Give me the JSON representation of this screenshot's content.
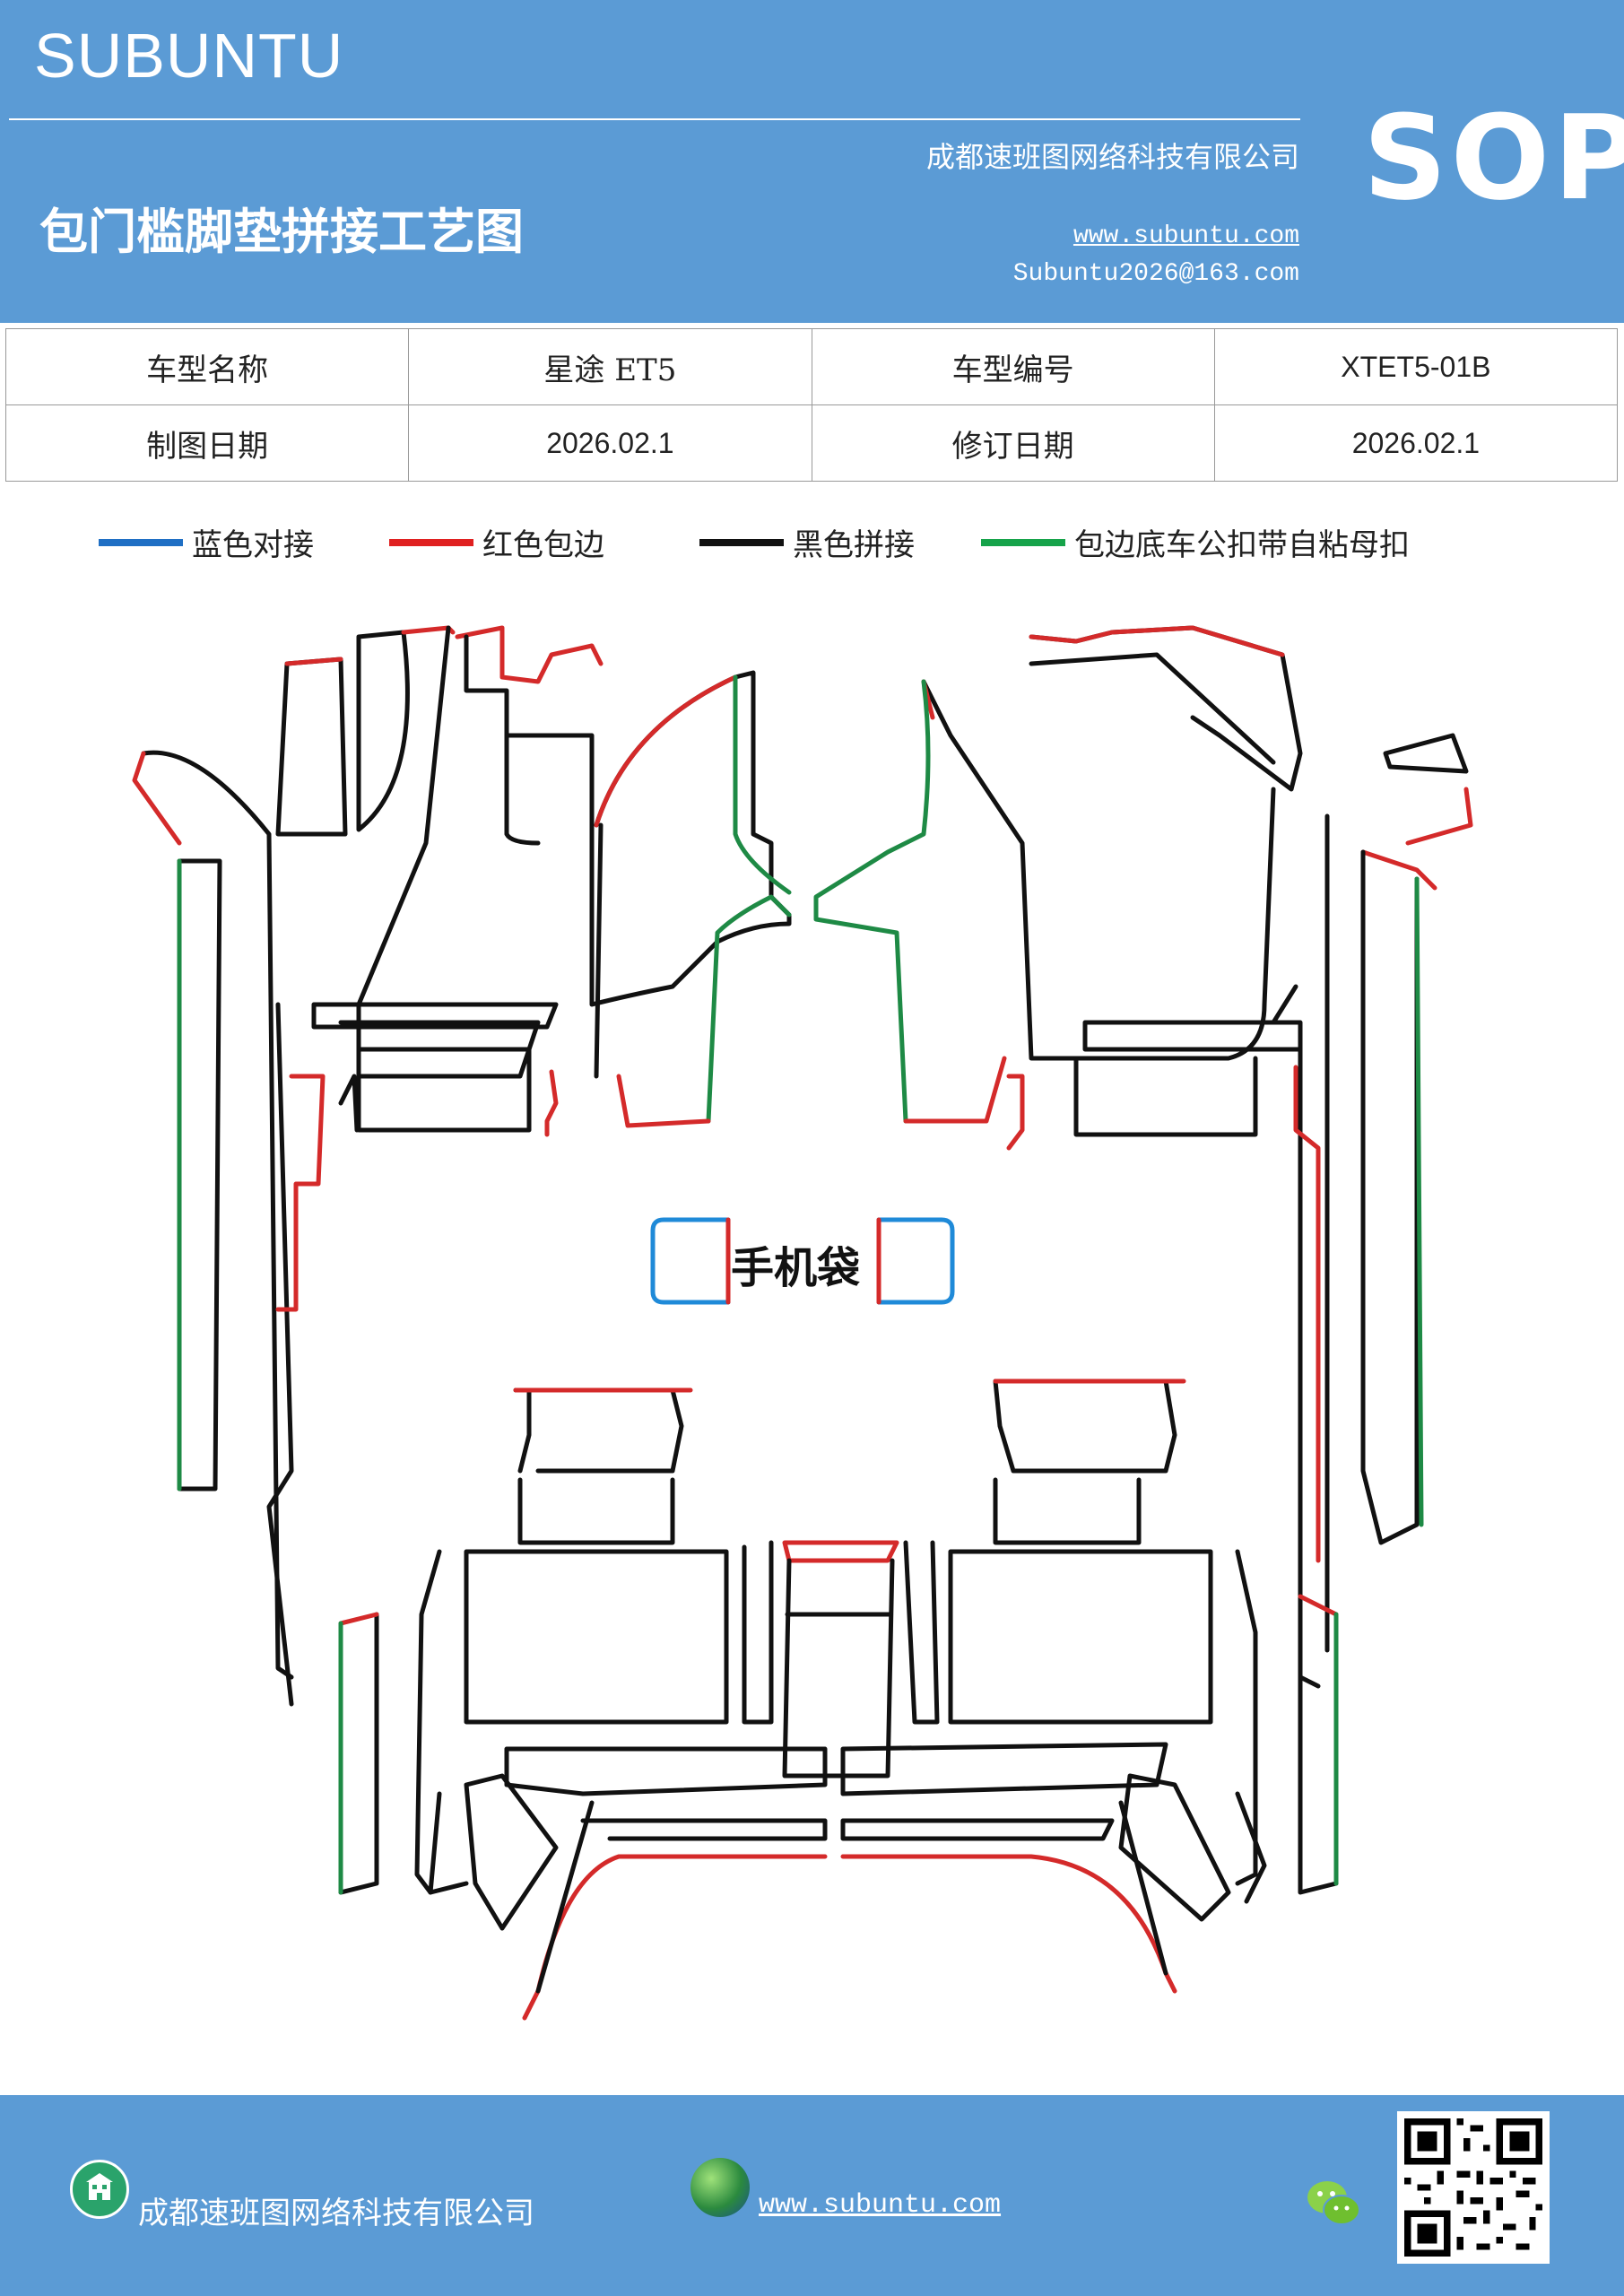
{
  "header": {
    "brand": "SUBUNTU",
    "title": "包门槛脚垫拼接工艺图",
    "company": "成都速班图网络科技有限公司",
    "website": "www.subuntu.com",
    "email": "Subuntu2026@163.com",
    "badge": "SOP",
    "bg_color": "#5b9bd5"
  },
  "info_table": {
    "rows": [
      [
        "车型名称",
        "星途 ET5",
        "车型编号",
        "XTET5-01B"
      ],
      [
        "制图日期",
        "2026.02.1",
        "修订日期",
        "2026.02.1"
      ]
    ]
  },
  "legend": [
    {
      "label": "蓝色对接",
      "color": "#1f6fc4"
    },
    {
      "label": "红色包边",
      "color": "#e02020"
    },
    {
      "label": "黑色拼接",
      "color": "#111111"
    },
    {
      "label": "包边底车公扣带自粘母扣",
      "color": "#16a34a"
    }
  ],
  "diagram": {
    "phone_bag_label": "手机袋",
    "colors": {
      "blue": "#1f8ad8",
      "red": "#d42a2a",
      "black": "#111111",
      "green": "#1e8a45"
    }
  },
  "footer": {
    "company": "成都速班图网络科技有限公司",
    "website": "www.subuntu.com",
    "icons": [
      "building-icon",
      "globe-icon",
      "wechat-icon",
      "qr-code"
    ]
  }
}
